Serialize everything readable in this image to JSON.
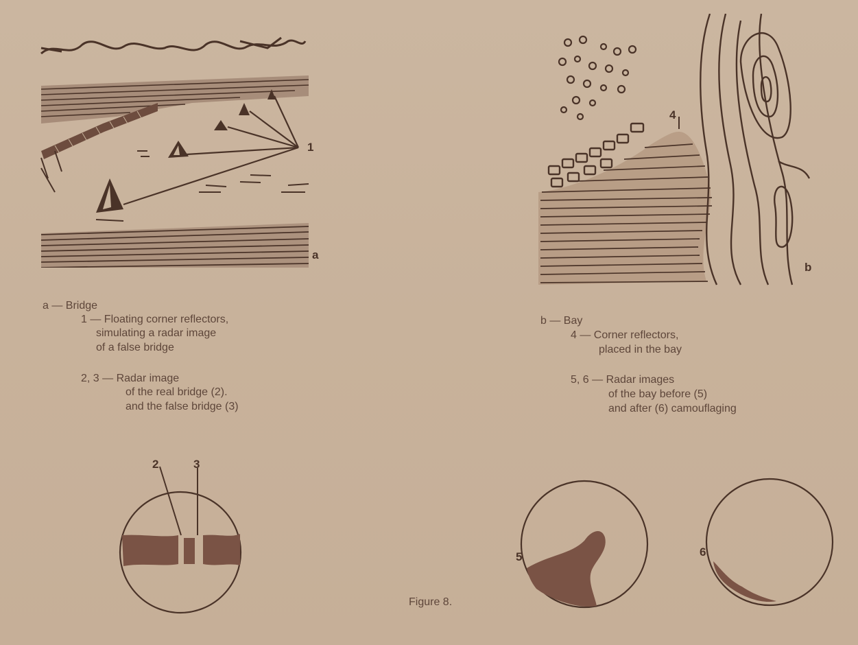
{
  "panel_a": {
    "label": "a",
    "callout_1": "1",
    "caption_title": "a — Bridge",
    "caption_1_line1": "1 — Floating corner reflectors,",
    "caption_1_line2": "simulating a radar image",
    "caption_1_line3": "of a false bridge",
    "caption_23_line1": "2, 3 — Radar image",
    "caption_23_line2": "of the real bridge (2).",
    "caption_23_line3": "and the false bridge (3)",
    "scope_label_2": "2",
    "scope_label_3": "3"
  },
  "panel_b": {
    "label": "b",
    "callout_4": "4",
    "caption_title": "b — Bay",
    "caption_4_line1": "4 — Corner reflectors,",
    "caption_4_line2": "placed in the bay",
    "caption_56_line1": "5, 6 — Radar images",
    "caption_56_line2": "of the bay before (5)",
    "caption_56_line3": "and after (6) camouflaging",
    "scope_label_5": "5",
    "scope_label_6": "6"
  },
  "figure_caption": "Figure 8.",
  "colors": {
    "ink": "#4a3328",
    "paper": "#c9b49d",
    "echo": "#7a5345"
  }
}
